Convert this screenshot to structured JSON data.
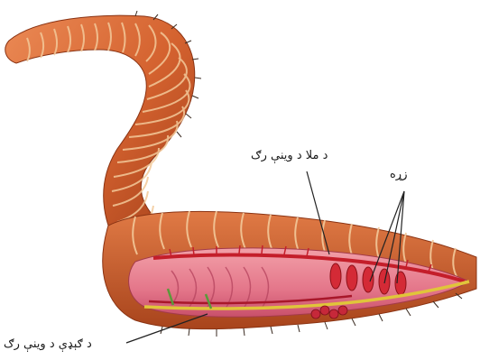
{
  "labels": {
    "dorsal_vessel": "د ملا د وينې رګ",
    "hearts": "زړه",
    "ventral_vessel": "د ګېډې د وينې رګ"
  },
  "colors": {
    "body": "#d4622f",
    "body_dark": "#9c3a17",
    "body_light": "#eb8a55",
    "inner": "#e4768a",
    "vessel": "#c41e2a",
    "nerve": "#e0c53a",
    "ring": "#f3c99a",
    "leader": "#222222"
  }
}
